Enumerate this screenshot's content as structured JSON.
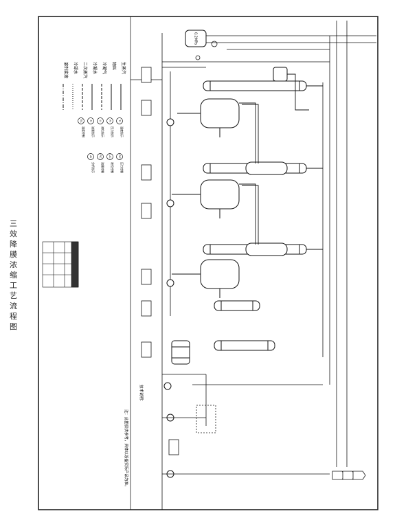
{
  "title": "三效降膜浓缩工艺流程图",
  "gauge_label": "0.2MPa",
  "legend": {
    "lines": [
      {
        "label": "生蒸汽",
        "style": "solid",
        "color": "#111111"
      },
      {
        "label": "物料",
        "style": "solid",
        "color": "#111111"
      },
      {
        "label": "冷凝气",
        "style": "dash",
        "color": "#111111"
      },
      {
        "label": "冷凝水",
        "style": "solid",
        "color": "#111111"
      },
      {
        "label": "二次蒸汽",
        "style": "dash",
        "color": "#111111"
      },
      {
        "label": "冷却水",
        "style": "dot",
        "color": "#111111"
      },
      {
        "label": "溶剂浆液",
        "style": "dashdot",
        "color": "#111111"
      }
    ]
  },
  "instruments": [
    {
      "tag": "TI",
      "label": "温度指示"
    },
    {
      "tag": "PI",
      "label": "压力指示"
    },
    {
      "tag": "LI",
      "label": "液位指示"
    },
    {
      "tag": "FI",
      "label": "流量指示"
    },
    {
      "tag": "TIC",
      "label": "温度控制"
    },
    {
      "tag": "PIC",
      "label": "压力控制"
    },
    {
      "tag": "LIC",
      "label": "液位控制"
    },
    {
      "tag": "FIC",
      "label": "流量控制"
    },
    {
      "tag": "AI",
      "label": "分析指示"
    }
  ],
  "process_notes_title": "技术说明：",
  "note": "注：此图仅供参考，具体以设备实际产品为准。",
  "colors": {
    "line": "#111111",
    "paper": "#ffffff",
    "frame": "#222222"
  }
}
